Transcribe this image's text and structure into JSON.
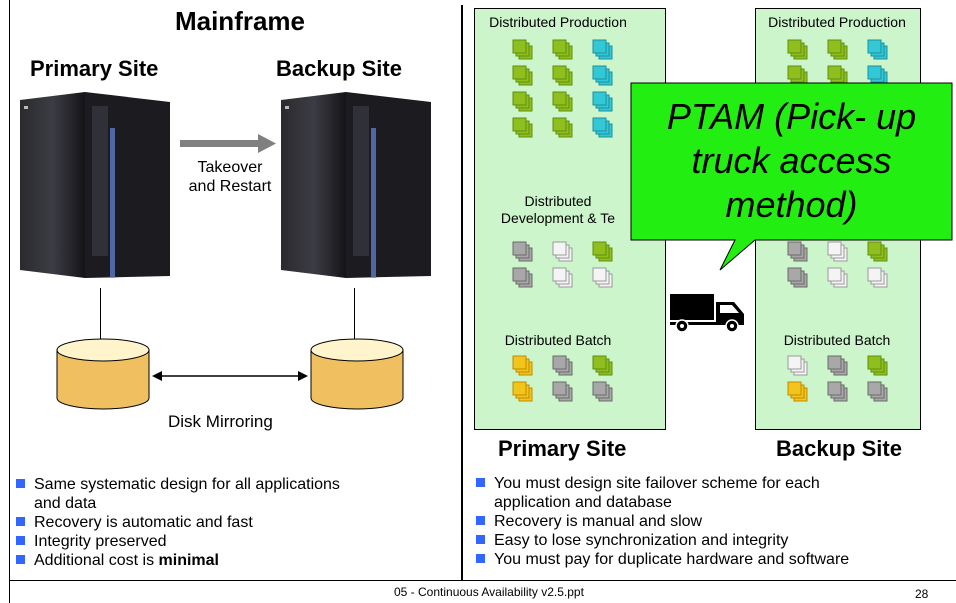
{
  "left": {
    "title": "Mainframe",
    "primary_label": "Primary Site",
    "backup_label": "Backup Site",
    "takeover_label_1": "Takeover",
    "takeover_label_2": "and Restart",
    "mirroring_label": "Disk Mirroring",
    "bullets": [
      {
        "line1": "Same systematic design for all applications",
        "line2": "and data"
      },
      {
        "line1": "Recovery is automatic and fast"
      },
      {
        "line1": "Integrity preserved"
      },
      {
        "line1": "Additional cost is ",
        "bold": "minimal"
      }
    ]
  },
  "right": {
    "left_panel": {
      "production": "Distributed Production",
      "development_1": "Distributed",
      "development_2": "Development & Te",
      "batch": "Distributed Batch"
    },
    "right_panel": {
      "production": "Distributed Production",
      "batch": "Distributed Batch"
    },
    "callout_1": "PTAM (Pick- up",
    "callout_2": "truck access",
    "callout_3": "method)",
    "primary_label": "Primary Site",
    "backup_label": "Backup Site",
    "bullets": [
      {
        "line1": "You must design site failover scheme for each",
        "line2": "application and database"
      },
      {
        "line1": "Recovery is manual and slow"
      },
      {
        "line1": "Easy to lose synchronization and integrity"
      },
      {
        "line1": "You must pay for duplicate hardware and software"
      }
    ]
  },
  "footer": {
    "filename": "05 - Continuous Availability v2.5.ppt",
    "page": "28"
  },
  "colors": {
    "panel": "#ccf5cc",
    "callout": "#22ee11",
    "disk": "#f0c060",
    "bullet": "#3366ff"
  }
}
